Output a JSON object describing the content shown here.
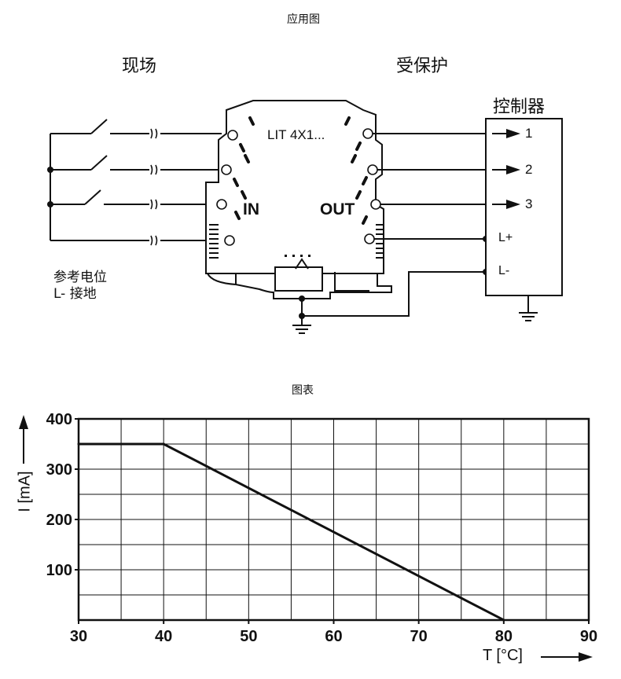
{
  "application": {
    "section_title": "应用图",
    "field_label": "现场",
    "protected_label": "受保护",
    "controller_label": "控制器",
    "module_name": "LIT 4X1...",
    "in_label": "IN",
    "out_label": "OUT",
    "controller_inputs": [
      "1",
      "2",
      "3"
    ],
    "controller_lplus": "L+",
    "controller_lminus": "L-",
    "reference_line1": "参考电位",
    "reference_line2": "L- 接地"
  },
  "chart_section_title": "图表",
  "chart_data": {
    "type": "line",
    "title": "",
    "xlabel": "T [°C]",
    "ylabel": "I [mA]",
    "xlim": [
      30,
      90
    ],
    "ylim": [
      0,
      400
    ],
    "x_ticks": [
      30,
      40,
      50,
      60,
      70,
      80,
      90
    ],
    "y_ticks": [
      100,
      200,
      300,
      400
    ],
    "grid": true,
    "series": [
      {
        "x": [
          30,
          40,
          80
        ],
        "y": [
          350,
          350,
          0
        ]
      }
    ]
  }
}
